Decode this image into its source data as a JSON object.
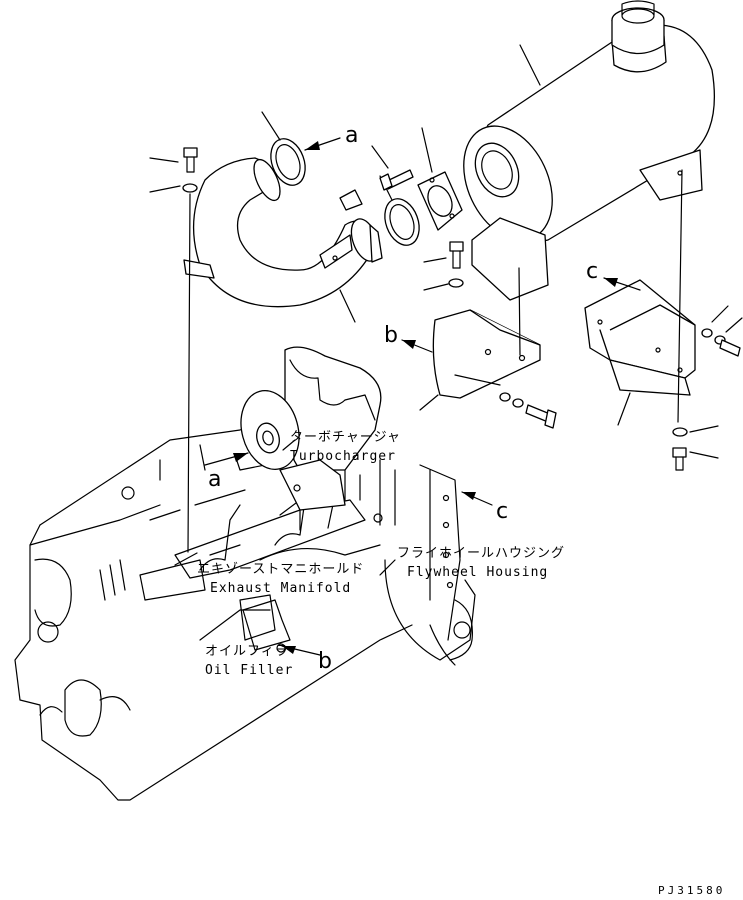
{
  "labels": {
    "turbo_jp": "ターボチャージャ",
    "turbo_en": "Turbocharger",
    "manifold_jp": "エキゾーストマニホールド",
    "manifold_en": "Exhaust Manifold",
    "flywheel_jp": "フライホイールハウジング",
    "flywheel_en": "Flywheel Housing",
    "oil_jp": "オイルフィラ",
    "oil_en": "Oil Filler"
  },
  "callouts": {
    "a_top": "a",
    "a_bottom": "a",
    "b_top": "b",
    "b_bottom": "b",
    "c_top": "c",
    "c_bottom": "c"
  },
  "drawing_code": "PJ31580"
}
